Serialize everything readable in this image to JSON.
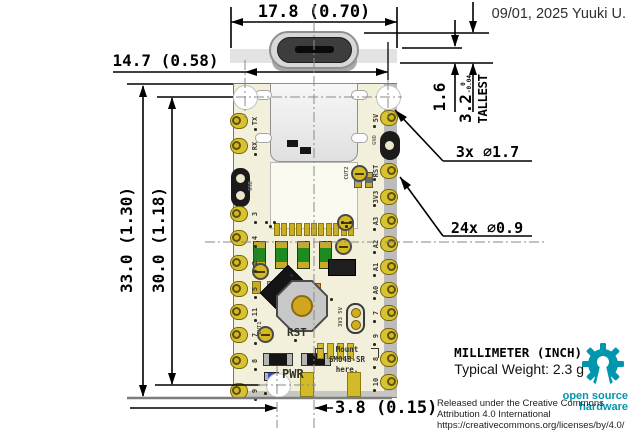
{
  "title_block": {
    "date_author": "09/01, 2025 Yuuki U."
  },
  "dimensions": {
    "overall_width": "17.8 (0.70)",
    "hole_span_width": "14.7 (0.58)",
    "board_length": "33.0 (1.30)",
    "hole_span_length": "30.0 (1.18)",
    "pcb_thickness": "1.6",
    "tallest_value": "3.2",
    "tallest_tol_upper": "0",
    "tallest_tol_lower": "-0.04",
    "tallest_label": "TALLEST",
    "hole_offset": "3.8 (0.15)",
    "mount_holes_callout": "3x ⌀1.7",
    "castellation_callout": "24x ⌀0.9"
  },
  "notes": {
    "units": "MILLIMETER (INCH)",
    "weight": "Typical Weight: 2.3 g",
    "license_line1": "Released under the Creative Commons",
    "license_line2": "Attribution 4.0 International",
    "license_line3": "https://creativecommons.org/licenses/by/4.0/",
    "oshw_line1": "open source",
    "oshw_line2": "hardware"
  },
  "board": {
    "left_pins": [
      "TX",
      "RX",
      "3",
      "4",
      "2",
      "5",
      "11",
      "7",
      "8",
      "9"
    ],
    "left_gnd": "GND",
    "right_pins": [
      "5V",
      "RST",
      "3V3",
      "A3",
      "A2",
      "A1",
      "A0",
      "7",
      "9",
      "8",
      "10"
    ],
    "right_gnd": "GND",
    "silkscreen": {
      "reset": "RST",
      "power": "PWR",
      "mount_note_line1": "Mount",
      "mount_note_line2": "SM04B-SR",
      "mount_note_line3": "here.",
      "cut1": "CUT1",
      "cut2": "CUT2",
      "cut3": "CUT3",
      "voltage_select": "3V3 5V"
    }
  },
  "colors": {
    "pcb_ivory": "#f2efdb",
    "pad_gold": "#d8c22e",
    "component_green": "#1f8a1f",
    "led_orange": "#e8821e",
    "led_blue": "#2b50e0",
    "oshw_teal": "#0096ad"
  }
}
